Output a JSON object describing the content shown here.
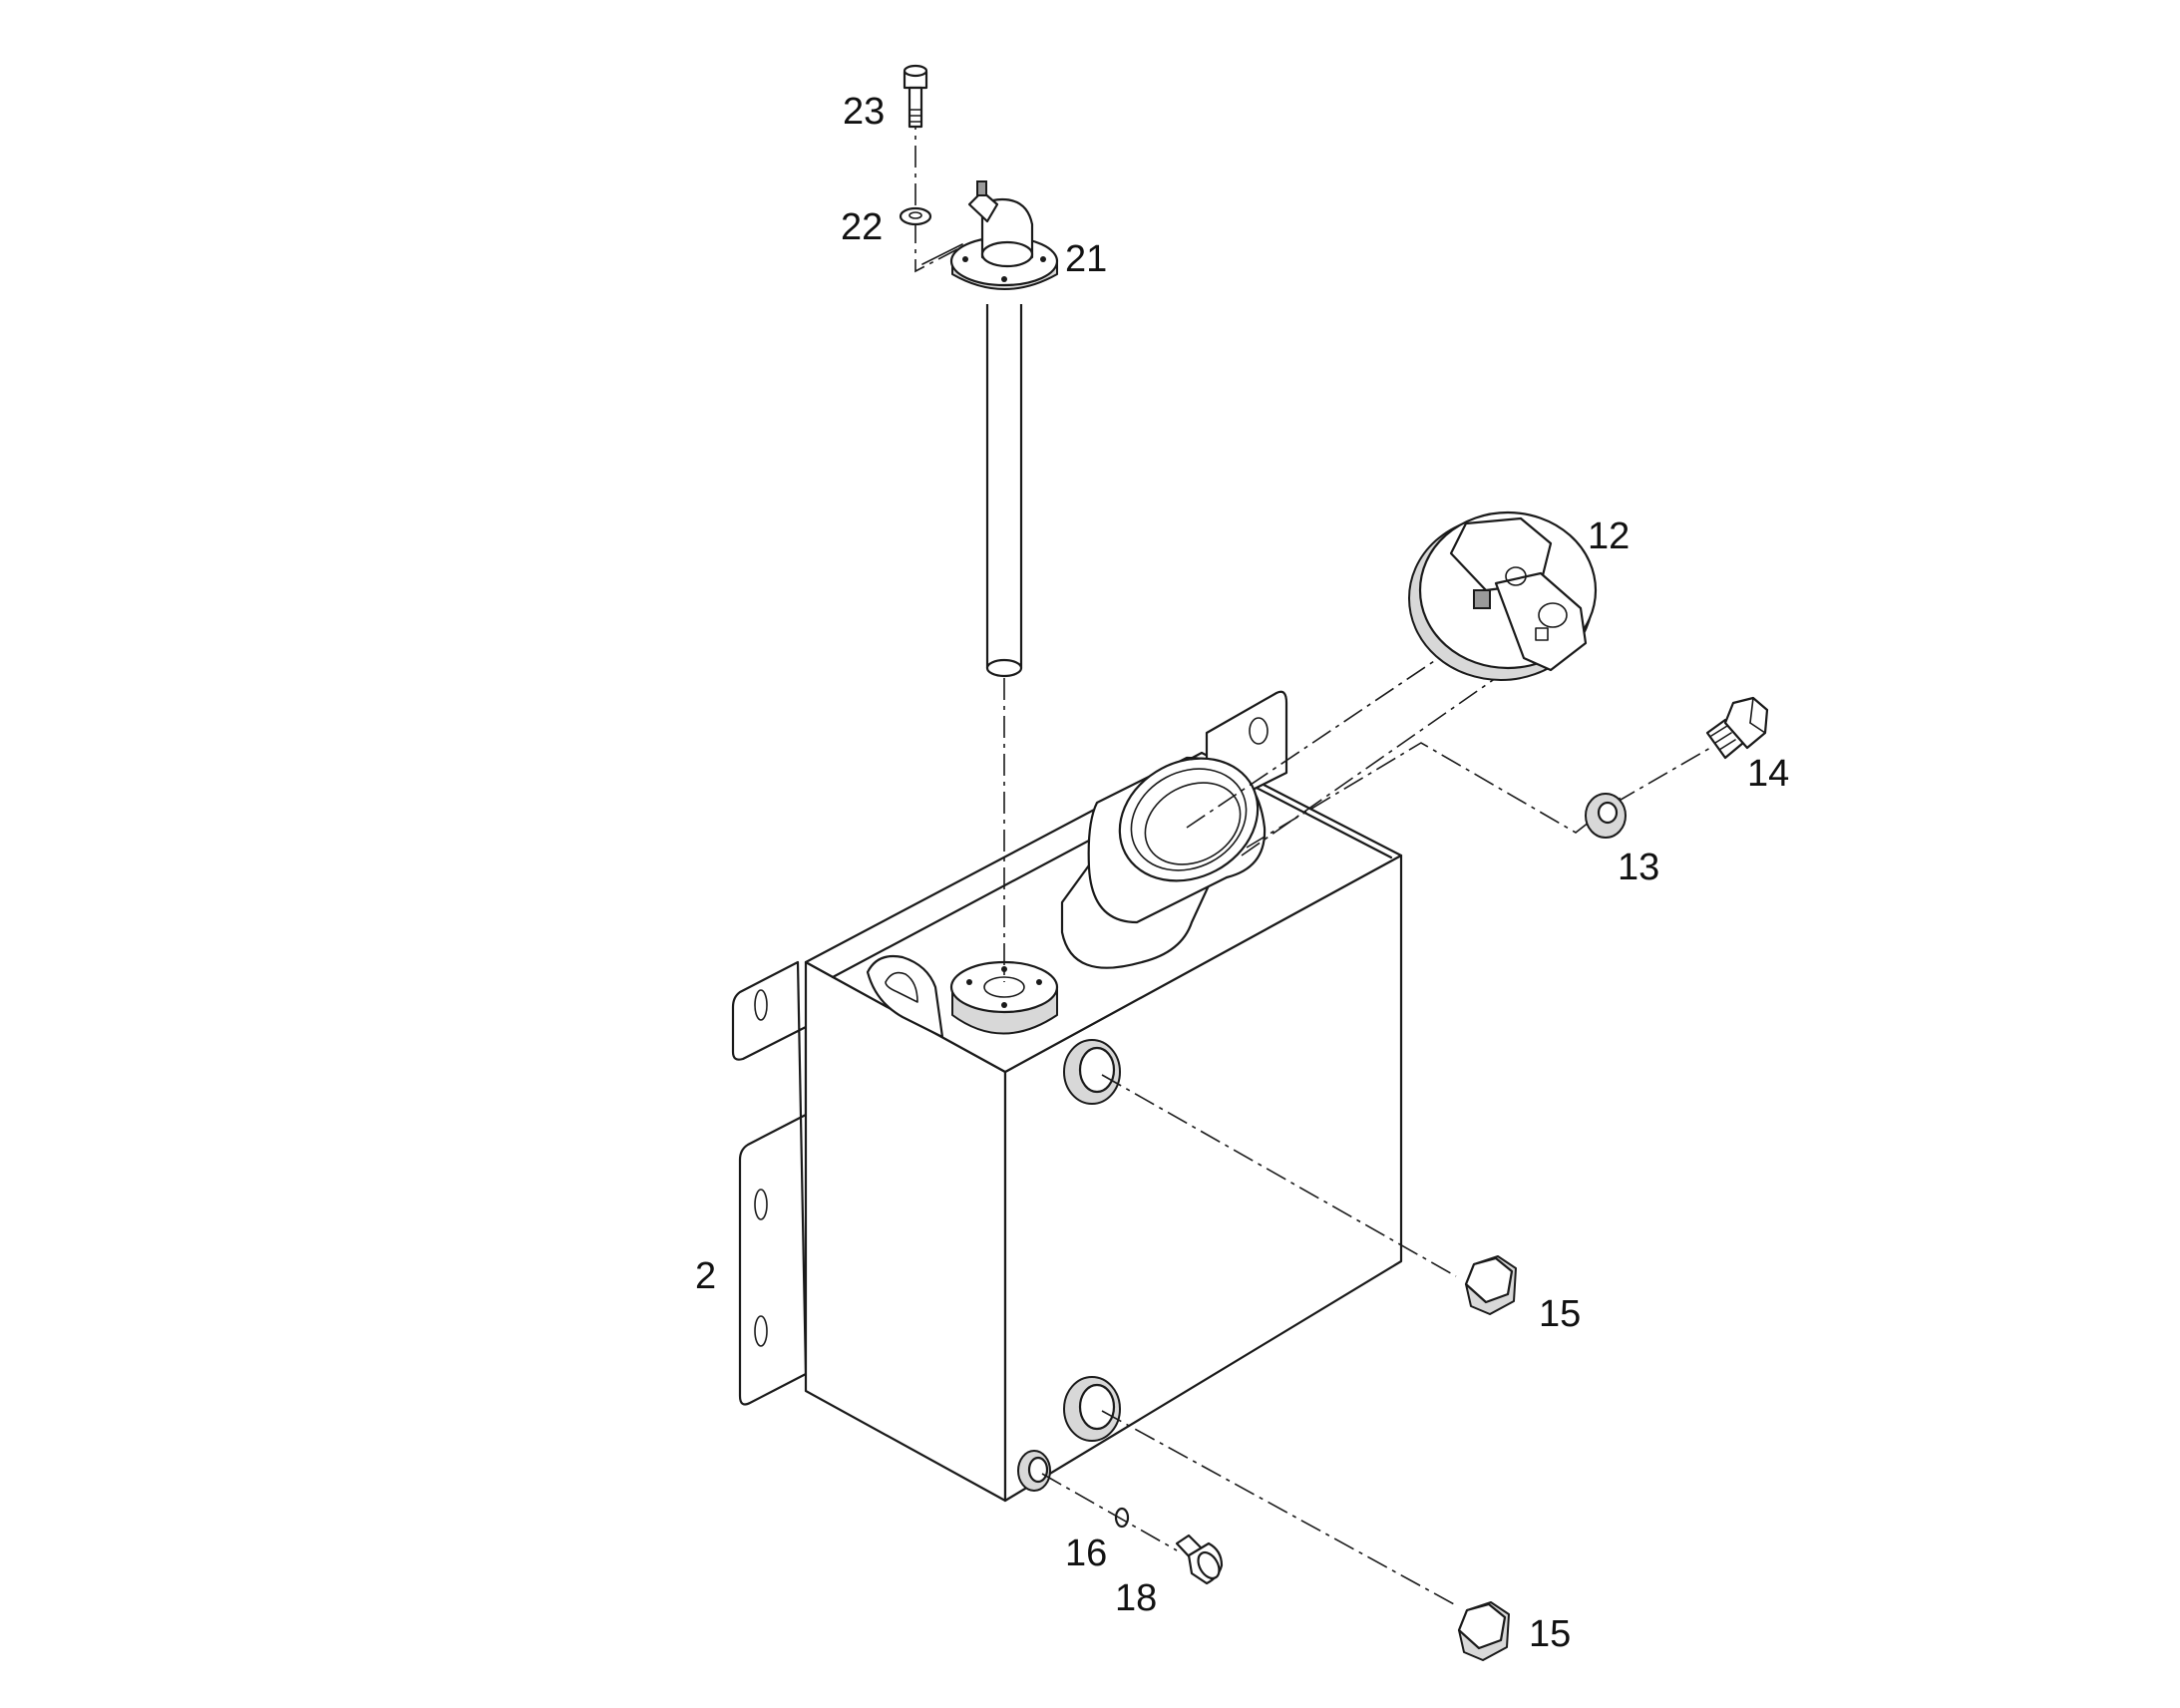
{
  "callouts": {
    "c23": "23",
    "c22": "22",
    "c21": "21",
    "c12": "12",
    "c14": "14",
    "c13": "13",
    "c2": "2",
    "c15a": "15",
    "c15b": "15",
    "c16": "16",
    "c18": "18"
  },
  "colors": {
    "line": "#1a1a1a",
    "background": "#ffffff",
    "shade": "#d8d8d8"
  }
}
